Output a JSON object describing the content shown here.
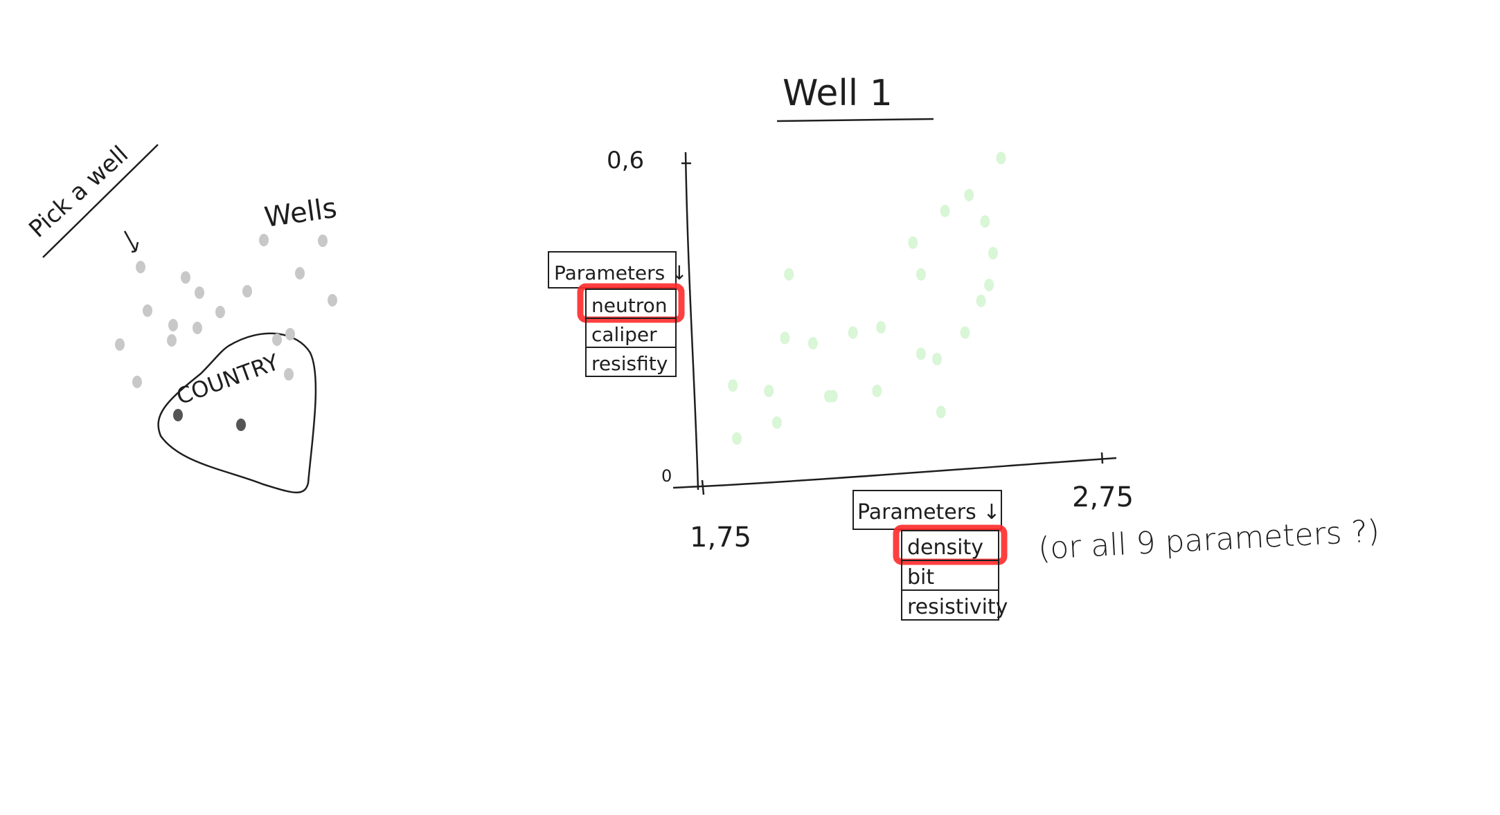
{
  "left_panel": {
    "pick_label": "Pick a well",
    "wells_label": "Wells",
    "country_label": "COUNTRY",
    "colors": {
      "well_dot": "#c8c8c8",
      "selected_well_dot": "#555555",
      "ink": "#1e1e1e"
    }
  },
  "chart_panel": {
    "title": "Well 1",
    "y_axis": {
      "max_label": "0,6",
      "min_label": "0",
      "dropdown_label": "Parameters ↓",
      "options": [
        "neutron",
        "caliper",
        "resisfity"
      ],
      "selected": "neutron"
    },
    "x_axis": {
      "min_label": "1,75",
      "max_label": "2,75",
      "dropdown_label": "Parameters ↓",
      "options": [
        "density",
        "bit",
        "resistivity"
      ],
      "selected": "density"
    },
    "note": "(or all 9 parameters ?)",
    "colors": {
      "point": "#d9f6d6",
      "highlight": "#ff2a2a"
    }
  },
  "chart_data": {
    "type": "scatter",
    "title": "Well 1",
    "xlabel": "",
    "ylabel": "",
    "xlim": [
      1.75,
      2.75
    ],
    "ylim": [
      0,
      0.6
    ],
    "grid": false,
    "series": [
      {
        "x": [
          1.83,
          1.84,
          1.92,
          1.94,
          1.96,
          1.97,
          2.03,
          2.07,
          2.08,
          2.13,
          2.19,
          2.2,
          2.28,
          2.3,
          2.3,
          2.34,
          2.35,
          2.36,
          2.41,
          2.42,
          2.45,
          2.46,
          2.47,
          2.48,
          2.5
        ],
        "y": [
          0.18,
          0.08,
          0.17,
          0.11,
          0.27,
          0.39,
          0.26,
          0.16,
          0.16,
          0.28,
          0.17,
          0.29,
          0.45,
          0.39,
          0.24,
          0.23,
          0.13,
          0.51,
          0.28,
          0.54,
          0.34,
          0.49,
          0.37,
          0.43,
          0.61
        ]
      }
    ]
  }
}
